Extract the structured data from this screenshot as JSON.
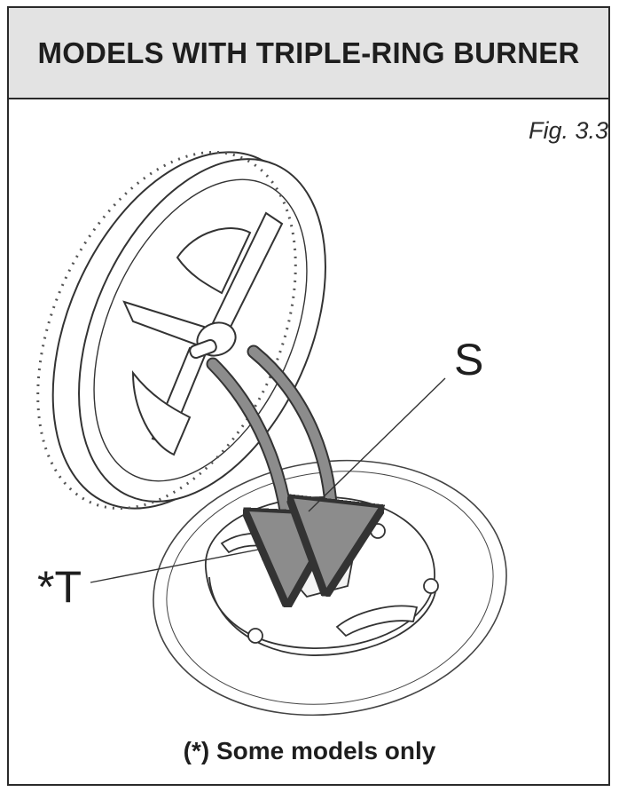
{
  "header": {
    "title": "MODELS WITH TRIPLE-RING BURNER"
  },
  "figure": {
    "label": "Fig. 3.3"
  },
  "callouts": {
    "s": "S",
    "t": "*T"
  },
  "footnote": "(*) Some models only",
  "colors": {
    "header_bg": "#e3e3e3",
    "line": "#2a2a2a",
    "arrow": "#8c8c8c"
  }
}
